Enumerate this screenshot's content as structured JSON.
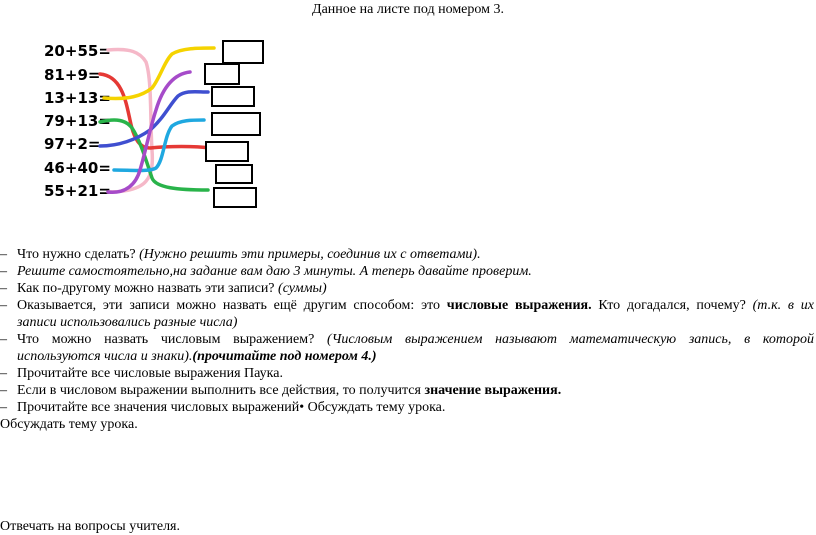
{
  "title": "Данное на листе под номером 3.",
  "equations": [
    "20+55=",
    "81+9=",
    "13+13=",
    "79+13=",
    "97+2=",
    "46+40=",
    "55+21="
  ],
  "line_colors": [
    "#f5b8c8",
    "#e53935",
    "#f5d300",
    "#29b34a",
    "#3f4fd0",
    "#1fa8e0",
    "#a64bc9"
  ],
  "items": {
    "i1_text": "Что нужно сделать? ",
    "i1_italic": "(Нужно решить эти примеры, соединив их с ответами).",
    "i2_italic": "Решите самостоятельно,на задание вам даю 3 минуты. А теперь давайте проверим.",
    "i3_text": "Как по-другому можно назвать эти записи? ",
    "i3_italic": "(суммы)",
    "i4_text1": "Оказывается, эти записи можно назвать ещё другим способом: это ",
    "i4_bold": "числовые выражения.",
    "i4_text2": " Кто догадался, почему? ",
    "i4_italic1": "(т.к. в их",
    "i4_italic2": "записи использовались разные числа)",
    "i5_text": "Что можно назвать числовым выражением? ",
    "i5_italic1": "(Числовым выражением называют математическую запись, в которой",
    "i5_italic2": "используются числа и знаки).",
    "i5_bolditalic": "(прочитайте под номером 4.)",
    "i6_text": "Прочитайте все числовые выражения Паука.",
    "i7_text": "Если в числовом выражении выполнить все действия, то получится ",
    "i7_bold": "значение выражения.",
    "i8_text": "Прочитайте все значения числовых выражений• Обсуждать тему урока.",
    "i9_text": "Обсуждать тему урока."
  },
  "bottom_text": "Отвечать на вопросы учителя."
}
